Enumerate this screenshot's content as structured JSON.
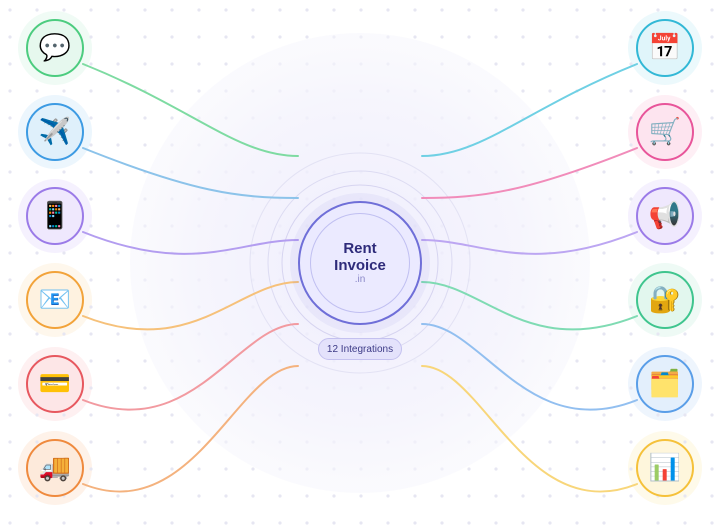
{
  "hub": {
    "brand_line1": "Rent",
    "brand_line2": "Invoice",
    "brand_tld": ".in",
    "badge": "12 Integrations"
  },
  "colors": {
    "background_dots": "#e6e6f2",
    "glow": "#f1f0fb",
    "hub_border": "#6f6fd8",
    "hub_fill": "#ebeaff",
    "hub_text": "#2e2b7a"
  },
  "integrations": [
    {
      "name": "speech-balloon-icon",
      "glyph": "💬",
      "side": "left",
      "border": "#4ccc7f",
      "fill": "#e6f8ee",
      "line": "#7edba2"
    },
    {
      "name": "airplane-icon",
      "glyph": "✈️",
      "side": "left",
      "border": "#3d9be3",
      "fill": "#dff0fb",
      "line": "#8cc3ea"
    },
    {
      "name": "mobile-phone-icon",
      "glyph": "📱",
      "side": "left",
      "border": "#9b7be8",
      "fill": "#efe8fd",
      "line": "#b39df0"
    },
    {
      "name": "incoming-envelope-icon",
      "glyph": "📧",
      "side": "left",
      "border": "#f2a33a",
      "fill": "#fef2e0",
      "line": "#f6c17a"
    },
    {
      "name": "credit-card-icon",
      "glyph": "💳",
      "side": "left",
      "border": "#e7585f",
      "fill": "#fde6e7",
      "line": "#f29aa0"
    },
    {
      "name": "delivery-truck-icon",
      "glyph": "🚚",
      "side": "left",
      "border": "#ef8a3e",
      "fill": "#fdeadb",
      "line": "#f4b27e"
    },
    {
      "name": "calendar-icon",
      "glyph": "📅",
      "side": "right",
      "border": "#32b8d6",
      "fill": "#e0f5fa",
      "line": "#6fd0e4"
    },
    {
      "name": "shopping-cart-icon",
      "glyph": "🛒",
      "side": "right",
      "border": "#e8559a",
      "fill": "#fde4ef",
      "line": "#f18cba"
    },
    {
      "name": "megaphone-icon",
      "glyph": "📢",
      "side": "right",
      "border": "#9b7be8",
      "fill": "#efe8fd",
      "line": "#bca6f2"
    },
    {
      "name": "locked-with-key-icon",
      "glyph": "🔐",
      "side": "right",
      "border": "#3fc58e",
      "fill": "#e2f7ee",
      "line": "#7fdbb3"
    },
    {
      "name": "card-index-dividers-icon",
      "glyph": "🗂️",
      "side": "right",
      "border": "#5a9ee8",
      "fill": "#e3effc",
      "line": "#92bff0"
    },
    {
      "name": "bar-chart-icon",
      "glyph": "📊",
      "side": "right",
      "border": "#f5c13a",
      "fill": "#fef6dc",
      "line": "#f8d67a"
    }
  ]
}
